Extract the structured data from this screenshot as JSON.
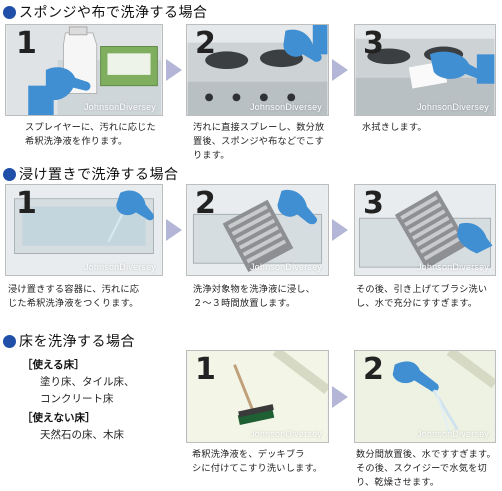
{
  "brand": "JohnsonDiversey",
  "sections": [
    {
      "title": "スポンジや布で洗浄する場合",
      "steps": [
        {
          "number": "1",
          "lines": [
            "スプレイヤーに、汚れに応じた",
            "希釈洗浄液を作ります。"
          ]
        },
        {
          "number": "2",
          "lines": [
            "汚れに直接スプレーし、数分放",
            "置後、スポンジや布などでこす",
            "ります。"
          ]
        },
        {
          "number": "3",
          "lines": [
            "水拭きします。"
          ]
        }
      ]
    },
    {
      "title": "浸け置きで洗浄する場合",
      "steps": [
        {
          "number": "1",
          "lines": [
            "浸け置きする容器に、汚れに応",
            "じた希釈洗浄液をつくります。"
          ]
        },
        {
          "number": "2",
          "lines": [
            "洗浄対象物を洗浄液に浸し、",
            "２～３時間放置します。"
          ]
        },
        {
          "number": "3",
          "lines": [
            "その後、引き上げてブラシ洗い",
            "し、水で充分にすすぎます。"
          ]
        }
      ]
    },
    {
      "title": "床を洗浄する場合",
      "usable_heading": "［使える床］",
      "usable_items": [
        "塗り床、タイル床、",
        "コンクリート床"
      ],
      "unusable_heading": "［使えない床］",
      "unusable_items": [
        "天然石の床、木床"
      ],
      "steps": [
        {
          "number": "1",
          "lines": [
            "希釈洗浄液を、デッキブラ",
            "シに付けてこすり洗いします。"
          ]
        },
        {
          "number": "2",
          "lines": [
            "数分間放置後、水ですすぎます。",
            "その後、スクイジーで水気を切",
            "り、乾燥させます。"
          ]
        }
      ]
    }
  ],
  "colors": {
    "title_dot": "#1f4fa8",
    "arrow": "#b3b6d6",
    "glove": "#3f8fd2",
    "panel_border": "#bdbdbd"
  }
}
